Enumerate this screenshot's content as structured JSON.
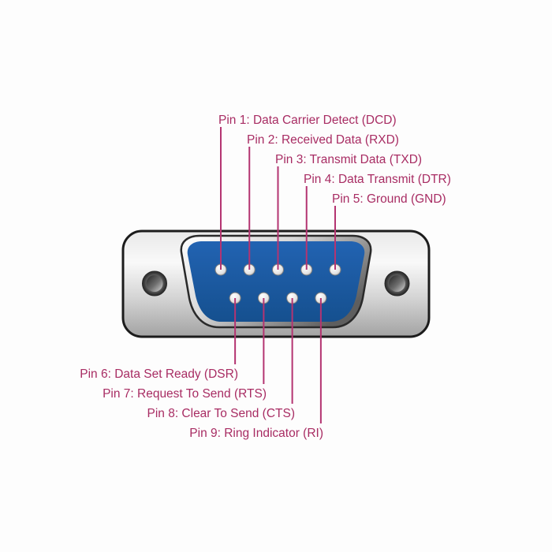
{
  "pins": {
    "top": [
      {
        "number": "1",
        "label": "Pin 1: Data Carrier Detect (DCD)"
      },
      {
        "number": "2",
        "label": "Pin 2: Received Data (RXD)"
      },
      {
        "number": "3",
        "label": "Pin 3: Transmit Data (TXD)"
      },
      {
        "number": "4",
        "label": "Pin 4: Data Transmit (DTR)"
      },
      {
        "number": "5",
        "label": "Pin 5: Ground (GND)"
      }
    ],
    "bottom": [
      {
        "number": "6",
        "label": "Pin 6: Data Set Ready (DSR)"
      },
      {
        "number": "7",
        "label": "Pin 7: Request To Send (RTS)"
      },
      {
        "number": "8",
        "label": "Pin 8: Clear To Send (CTS)"
      },
      {
        "number": "9",
        "label": "Pin 9: Ring Indicator (RI)"
      }
    ]
  },
  "colors": {
    "label_text": "#a82c63",
    "leader_line": "#b43471",
    "insert_blue_top": "#2263b2",
    "insert_blue_bottom": "#15508f",
    "shell_outline": "#1c1c1c"
  }
}
